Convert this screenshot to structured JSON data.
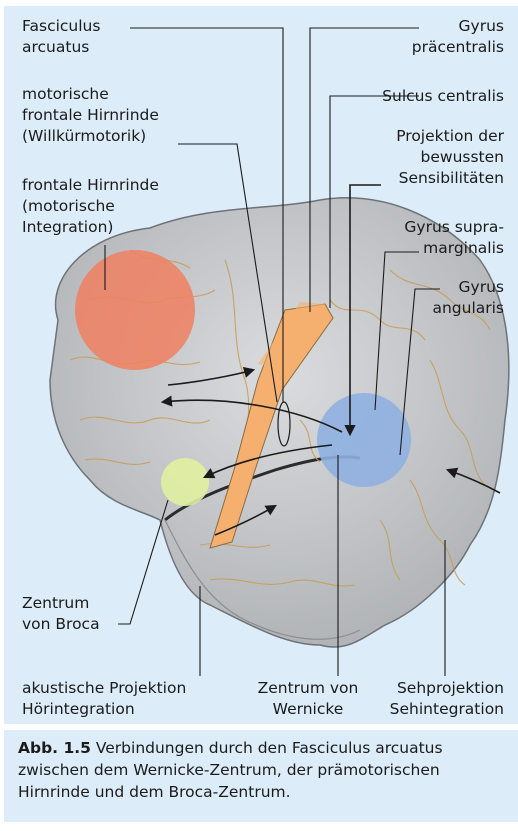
{
  "labels": {
    "fasciculus_arcuatus": [
      "Fasciculus",
      "arcuatus"
    ],
    "motor_frontal_cortex": [
      "motorische",
      "frontale Hirnrinde",
      "(Willkürmotorik)"
    ],
    "frontal_cortex": [
      "frontale Hirnrinde",
      "(motorische",
      "Integration)"
    ],
    "gyrus_praecentralis": [
      "Gyrus",
      "präcentralis"
    ],
    "sulcus_centralis": [
      "Sulcus centralis"
    ],
    "sensory_projection": [
      "Projektion der",
      "bewussten",
      "Sensibilitäten"
    ],
    "gyrus_supramarginalis": [
      "Gyrus supra-",
      "marginalis"
    ],
    "gyrus_angularis": [
      "Gyrus",
      "angularis"
    ],
    "broca_center": [
      "Zentrum",
      "von Broca"
    ],
    "acoustic_projection": [
      "akustische Projektion",
      "Hörintegration"
    ],
    "wernicke_center": [
      "Zentrum von",
      "Wernicke"
    ],
    "visual_projection": [
      "Sehprojektion",
      "Sehintegration"
    ]
  },
  "caption": {
    "figure_number": "Abb. 1.5",
    "text": " Verbindungen durch den Fasciculus arcuatus zwischen dem Wernicke-Zentrum, der prämotorischen Hirnrinde und dem Broca-Zentrum."
  },
  "colors": {
    "background": "#dcecf8",
    "brain": "#c8cbcd",
    "frontal_area": "#f08060",
    "broca_area": "#e0f0a0",
    "wernicke_area": "#8fb0e0",
    "precentral_gyrus": "#f5b070",
    "leader_lines": "#1b1b1b"
  }
}
